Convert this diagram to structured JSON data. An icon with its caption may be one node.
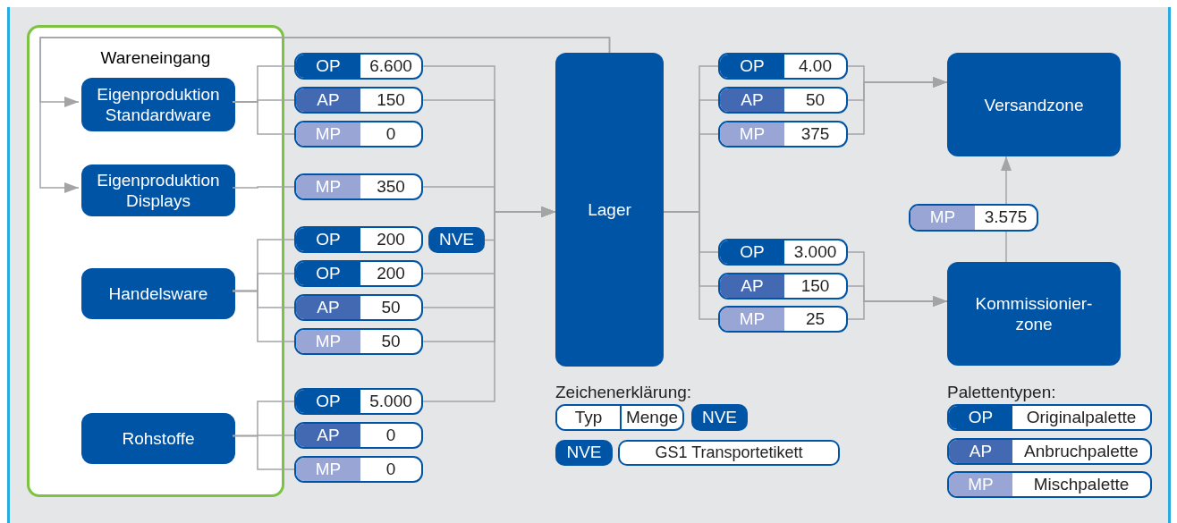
{
  "diagram": {
    "nodes": [
      {
        "text": [
          "Wareneingang"
        ]
      },
      {
        "text": [
          "Eigenproduktion Standardware"
        ],
        "in": 0
      },
      {
        "text": [
          "Eigenproduktion Displays"
        ],
        "in": 0
      },
      {
        "text": [
          "Handelsware"
        ],
        "in": 0
      },
      {
        "text": [
          "Rohstoffe"
        ],
        "in": 0
      },
      {
        "text": [
          "OP",
          "6.600"
        ]
      },
      {
        "text": [
          "AP",
          "150"
        ]
      },
      {
        "text": [
          "MP",
          "0"
        ]
      },
      {
        "text": [
          "MP",
          "350"
        ]
      },
      {
        "text": [
          "OP",
          "200"
        ]
      },
      {
        "text": [
          "NVE"
        ]
      },
      {
        "text": [
          "OP",
          "200"
        ]
      },
      {
        "text": [
          "AP",
          "50"
        ]
      },
      {
        "text": [
          "MP",
          "50"
        ]
      },
      {
        "text": [
          "OP",
          "5.000"
        ]
      },
      {
        "text": [
          "AP",
          "0"
        ]
      },
      {
        "text": [
          "MP",
          "0"
        ]
      },
      {
        "text": [
          "Lager"
        ]
      },
      {
        "text": [
          "OP",
          "4.00"
        ]
      },
      {
        "text": [
          "AP",
          "50"
        ]
      },
      {
        "text": [
          "MP",
          "375"
        ]
      },
      {
        "text": [
          "OP",
          "3.000"
        ]
      },
      {
        "text": [
          "AP",
          "150"
        ]
      },
      {
        "text": [
          "MP",
          "25"
        ]
      },
      {
        "text": [
          "Versandzone"
        ]
      },
      {
        "text": [
          "MP",
          "3.575"
        ]
      },
      {
        "text": [
          "Kommissionier- zone"
        ]
      },
      {
        "text": [
          "Typ",
          "Menge"
        ]
      },
      {
        "text": [
          "NVE"
        ]
      },
      {
        "text": [
          "NVE"
        ]
      },
      {
        "text": [
          "GS1 Transportetikett"
        ]
      },
      {
        "text": [
          "OP",
          "Originalpalette"
        ]
      },
      {
        "text": [
          "AP",
          "Anbruchpalette"
        ]
      },
      {
        "text": [
          "MP",
          "Mischpalette"
        ]
      }
    ],
    "edges": [
      {
        "from": 17,
        "to": 1,
        "arrow": "to"
      },
      {
        "from": 17,
        "to": 2,
        "arrow": "to"
      },
      {
        "from": 1,
        "to": 5,
        "arrow": "none"
      },
      {
        "from": 1,
        "to": 6,
        "arrow": "none"
      },
      {
        "from": 1,
        "to": 7,
        "arrow": "none"
      },
      {
        "from": 2,
        "to": 8,
        "arrow": "none"
      },
      {
        "from": 3,
        "to": 9,
        "arrow": "none"
      },
      {
        "from": 3,
        "to": 11,
        "arrow": "none"
      },
      {
        "from": 3,
        "to": 12,
        "arrow": "none"
      },
      {
        "from": 3,
        "to": 13,
        "arrow": "none"
      },
      {
        "from": 4,
        "to": 14,
        "arrow": "none"
      },
      {
        "from": 4,
        "to": 15,
        "arrow": "none"
      },
      {
        "from": 4,
        "to": 16,
        "arrow": "none"
      },
      {
        "from": 5,
        "to": 17,
        "arrow": "to"
      },
      {
        "from": 6,
        "to": 17,
        "arrow": "to"
      },
      {
        "from": 8,
        "to": 17,
        "arrow": "to"
      },
      {
        "from": 10,
        "to": 17,
        "arrow": "to"
      },
      {
        "from": 11,
        "to": 17,
        "arrow": "to"
      },
      {
        "from": 12,
        "to": 17,
        "arrow": "to"
      },
      {
        "from": 13,
        "to": 17,
        "arrow": "to"
      },
      {
        "from": 14,
        "to": 17,
        "arrow": "to"
      },
      {
        "from": 17,
        "to": 18,
        "arrow": "none"
      },
      {
        "from": 17,
        "to": 19,
        "arrow": "none"
      },
      {
        "from": 17,
        "to": 20,
        "arrow": "none"
      },
      {
        "from": 17,
        "to": 21,
        "arrow": "none"
      },
      {
        "from": 17,
        "to": 22,
        "arrow": "none"
      },
      {
        "from": 17,
        "to": 23,
        "arrow": "none"
      },
      {
        "from": 18,
        "to": 24,
        "arrow": "to"
      },
      {
        "from": 19,
        "to": 24,
        "arrow": "to"
      },
      {
        "from": 20,
        "to": 24,
        "arrow": "to"
      },
      {
        "from": 21,
        "to": 26,
        "arrow": "to"
      },
      {
        "from": 22,
        "to": 26,
        "arrow": "to"
      },
      {
        "from": 23,
        "to": 26,
        "arrow": "to"
      },
      {
        "from": 26,
        "to": 25,
        "arrow": "none"
      },
      {
        "from": 25,
        "to": 24,
        "arrow": "to"
      }
    ],
    "labels": [
      "Zeichenerklärung:",
      "Palettentypen:"
    ]
  }
}
